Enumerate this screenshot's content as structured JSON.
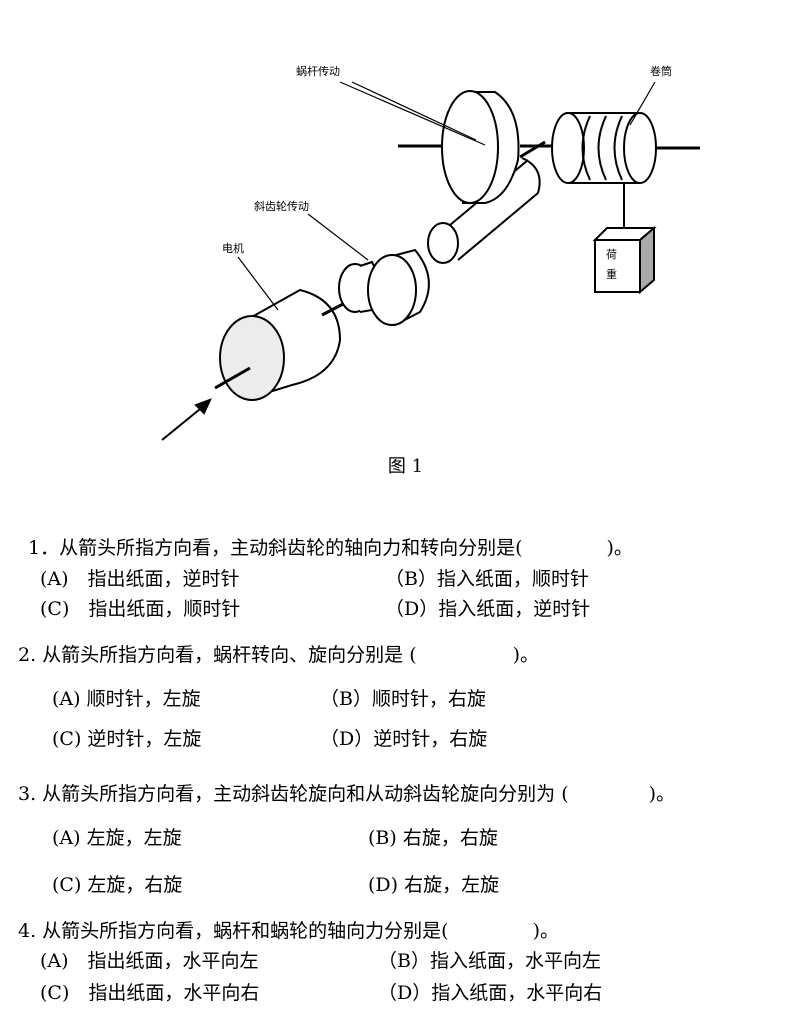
{
  "figure": {
    "labels": {
      "worm_drive": "蜗杆传动",
      "drum": "卷筒",
      "helical_gear_drive": "斜齿轮传动",
      "motor": "电机",
      "load_1": "荷",
      "load_2": "重"
    },
    "caption": "图 1"
  },
  "questions": [
    {
      "stem": "1．从箭头所指方向看，主动斜齿轮的轴向力和转向分别是(",
      "stem_end": ")。",
      "options": [
        "(A)　指出纸面，逆时针",
        "（B）指入纸面，顺时针",
        "(C)　指出纸面，顺时针",
        "（D）指入纸面，逆时针"
      ]
    },
    {
      "stem": "2. 从箭头所指方向看，蜗杆转向、旋向分别是 (",
      "stem_end": ")。",
      "options": [
        "(A) 顺时针，左旋",
        "（B）顺时针，右旋",
        "(C) 逆时针，左旋",
        "（D）逆时针，右旋"
      ]
    },
    {
      "stem": "3. 从箭头所指方向看，主动斜齿轮旋向和从动斜齿轮旋向分别为 (",
      "stem_end": ")。",
      "options": [
        "(A) 左旋，左旋",
        "(B) 右旋，右旋",
        "(C) 左旋，右旋",
        "(D) 右旋，左旋"
      ]
    },
    {
      "stem": "4. 从箭头所指方向看，蜗杆和蜗轮的轴向力分别是(",
      "stem_end": ")。",
      "options": [
        "(A)　指出纸面，水平向左",
        "（B）指入纸面，水平向左",
        "(C)　指出纸面，水平向右",
        "（D）指入纸面，水平向右"
      ]
    }
  ]
}
